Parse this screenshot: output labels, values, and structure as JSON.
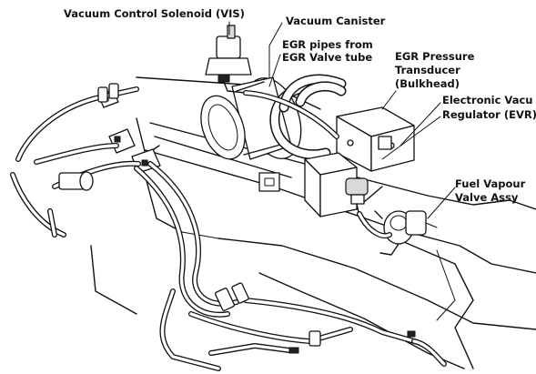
{
  "labels": {
    "vis": "Vacuum Control Solenoid (VIS)",
    "canister": "Vacuum Canister",
    "egr_pipes_line1": "EGR pipes from",
    "egr_pipes_line2": "EGR Valve tube",
    "egr_transducer_line1": "EGR Pressure",
    "egr_transducer_line2": "Transducer",
    "egr_transducer_line3": "(Bulkhead)",
    "evr_line1": "Electronic Vacu",
    "evr_line2": "Regulator (EVR)",
    "fuel_vapour_line1": "Fuel Vapour",
    "fuel_vapour_line2": "Valve Assy"
  }
}
